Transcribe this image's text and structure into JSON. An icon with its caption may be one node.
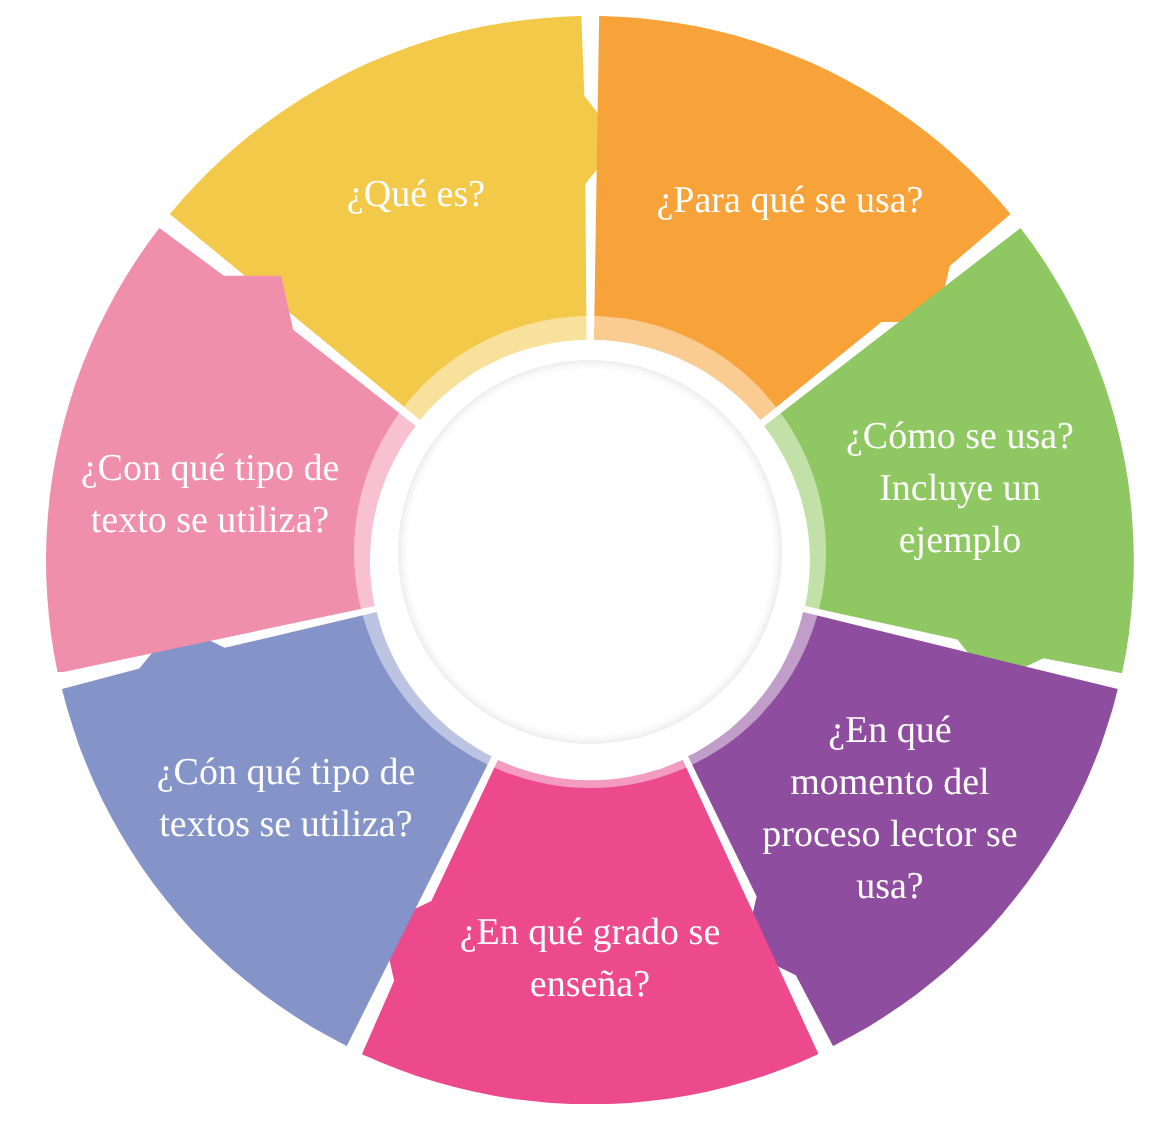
{
  "diagram": {
    "nodes": [
      {
        "text": [
          "¿Qué es?"
        ]
      },
      {
        "text": [
          "¿Para qué se usa?"
        ]
      },
      {
        "text": [
          "¿Cómo se usa? Incluye un ejemplo"
        ]
      },
      {
        "text": [
          "¿En qué momento del proceso lector se usa?"
        ]
      },
      {
        "text": [
          "¿En qué grado se enseña?"
        ]
      },
      {
        "text": [
          "¿Cón qué tipo de textos se utiliza?"
        ]
      },
      {
        "text": [
          "¿Con qué tipo de texto se utiliza?"
        ]
      },
      {
        "text": [],
        "shape": "circle"
      }
    ]
  }
}
